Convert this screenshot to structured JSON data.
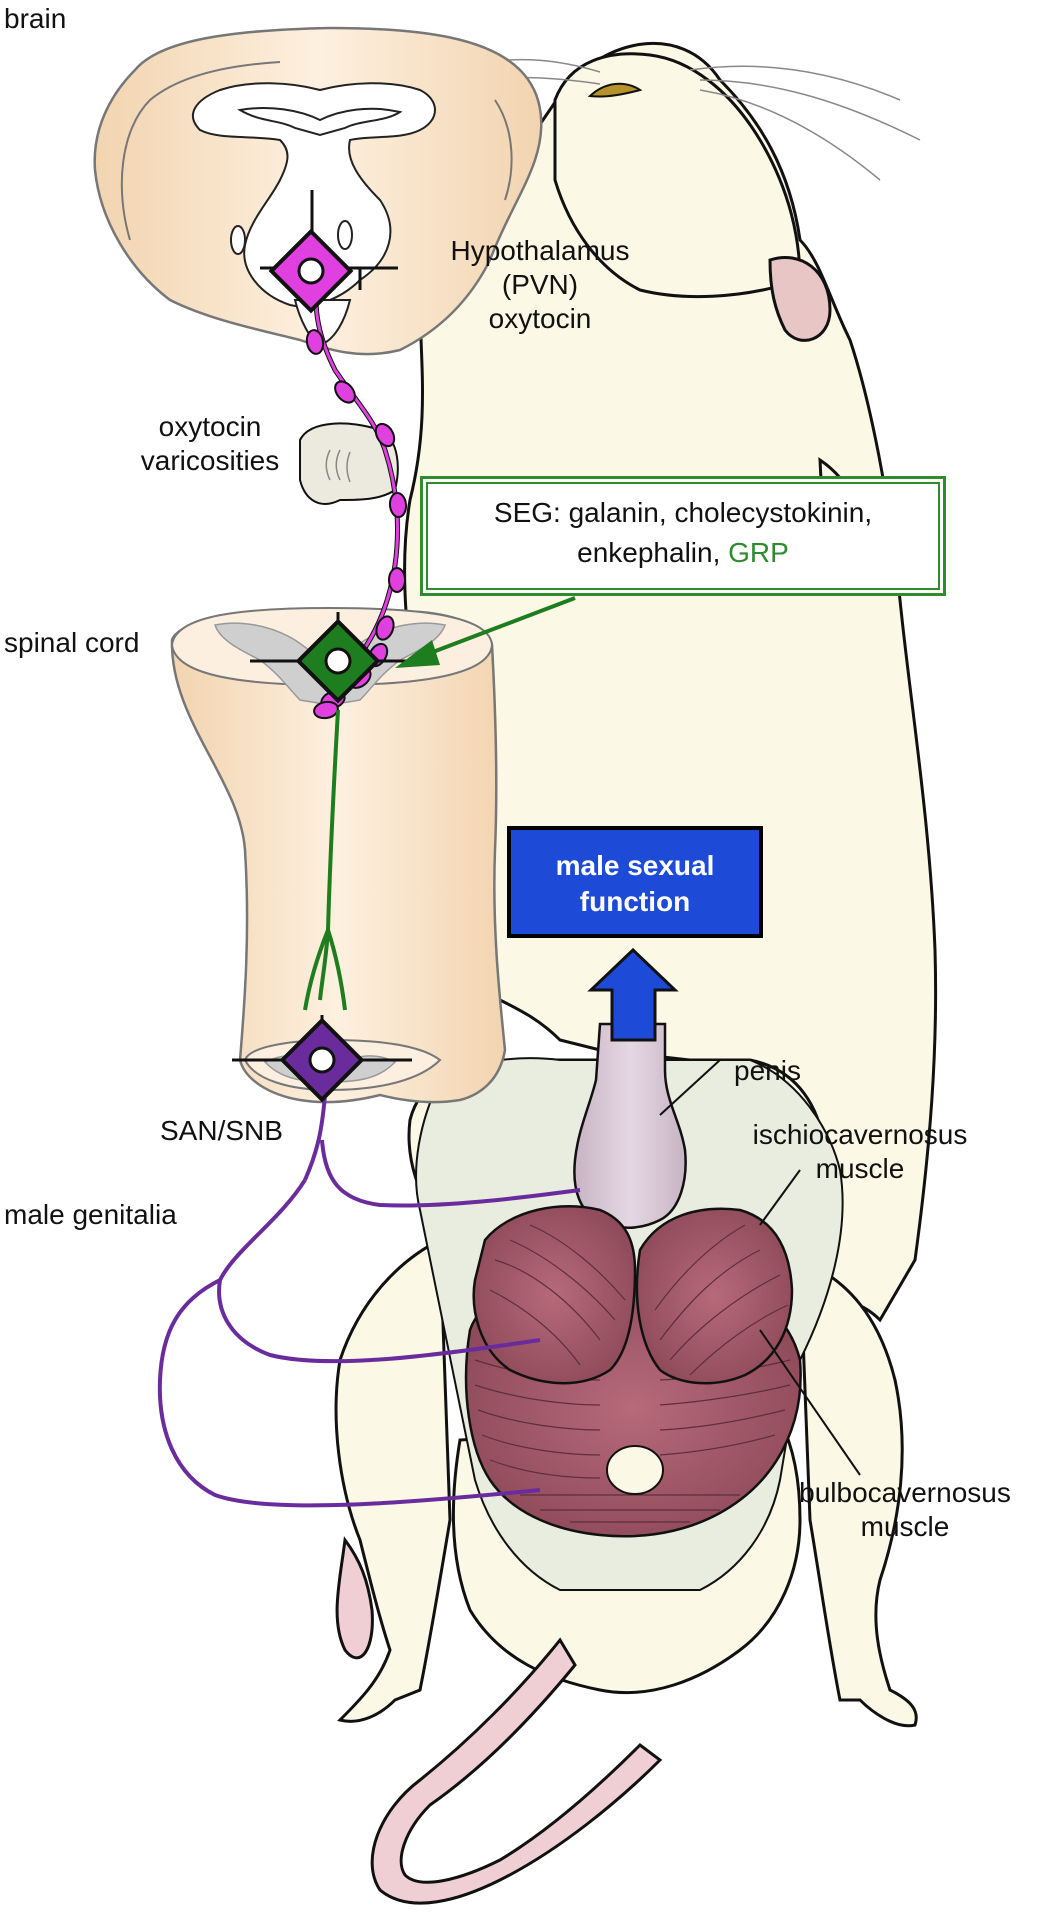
{
  "labels": {
    "brain": "brain",
    "hypothalamus_line1": "Hypothalamus",
    "hypothalamus_line2": "(PVN)",
    "hypothalamus_line3": "oxytocin",
    "varicosities_line1": "oxytocin",
    "varicosities_line2": "varicosities",
    "spinal_cord": "spinal cord",
    "seg_line1": "SEG: galanin, cholecystokinin,",
    "seg_line2_prefix": "enkephalin, ",
    "seg_line2_grp": "GRP",
    "male_sexual_function_line1": "male sexual",
    "male_sexual_function_line2": "function",
    "penis": "penis",
    "ischio_line1": "ischiocavernosus",
    "ischio_line2": "muscle",
    "san_snb": "SAN/SNB",
    "male_genitalia": "male genitalia",
    "bulbo_line1": "bulbocavernosus",
    "bulbo_line2": "muscle"
  },
  "colors": {
    "oxytocin_neuron": "#e040e0",
    "spinal_neuron": "#1e7d1e",
    "motor_neuron": "#6a2c9c",
    "blue_box": "#1d4bd8",
    "muscle": "#a85a6a",
    "body": "#fbf8e6",
    "tissue": "#f7dfc2"
  }
}
